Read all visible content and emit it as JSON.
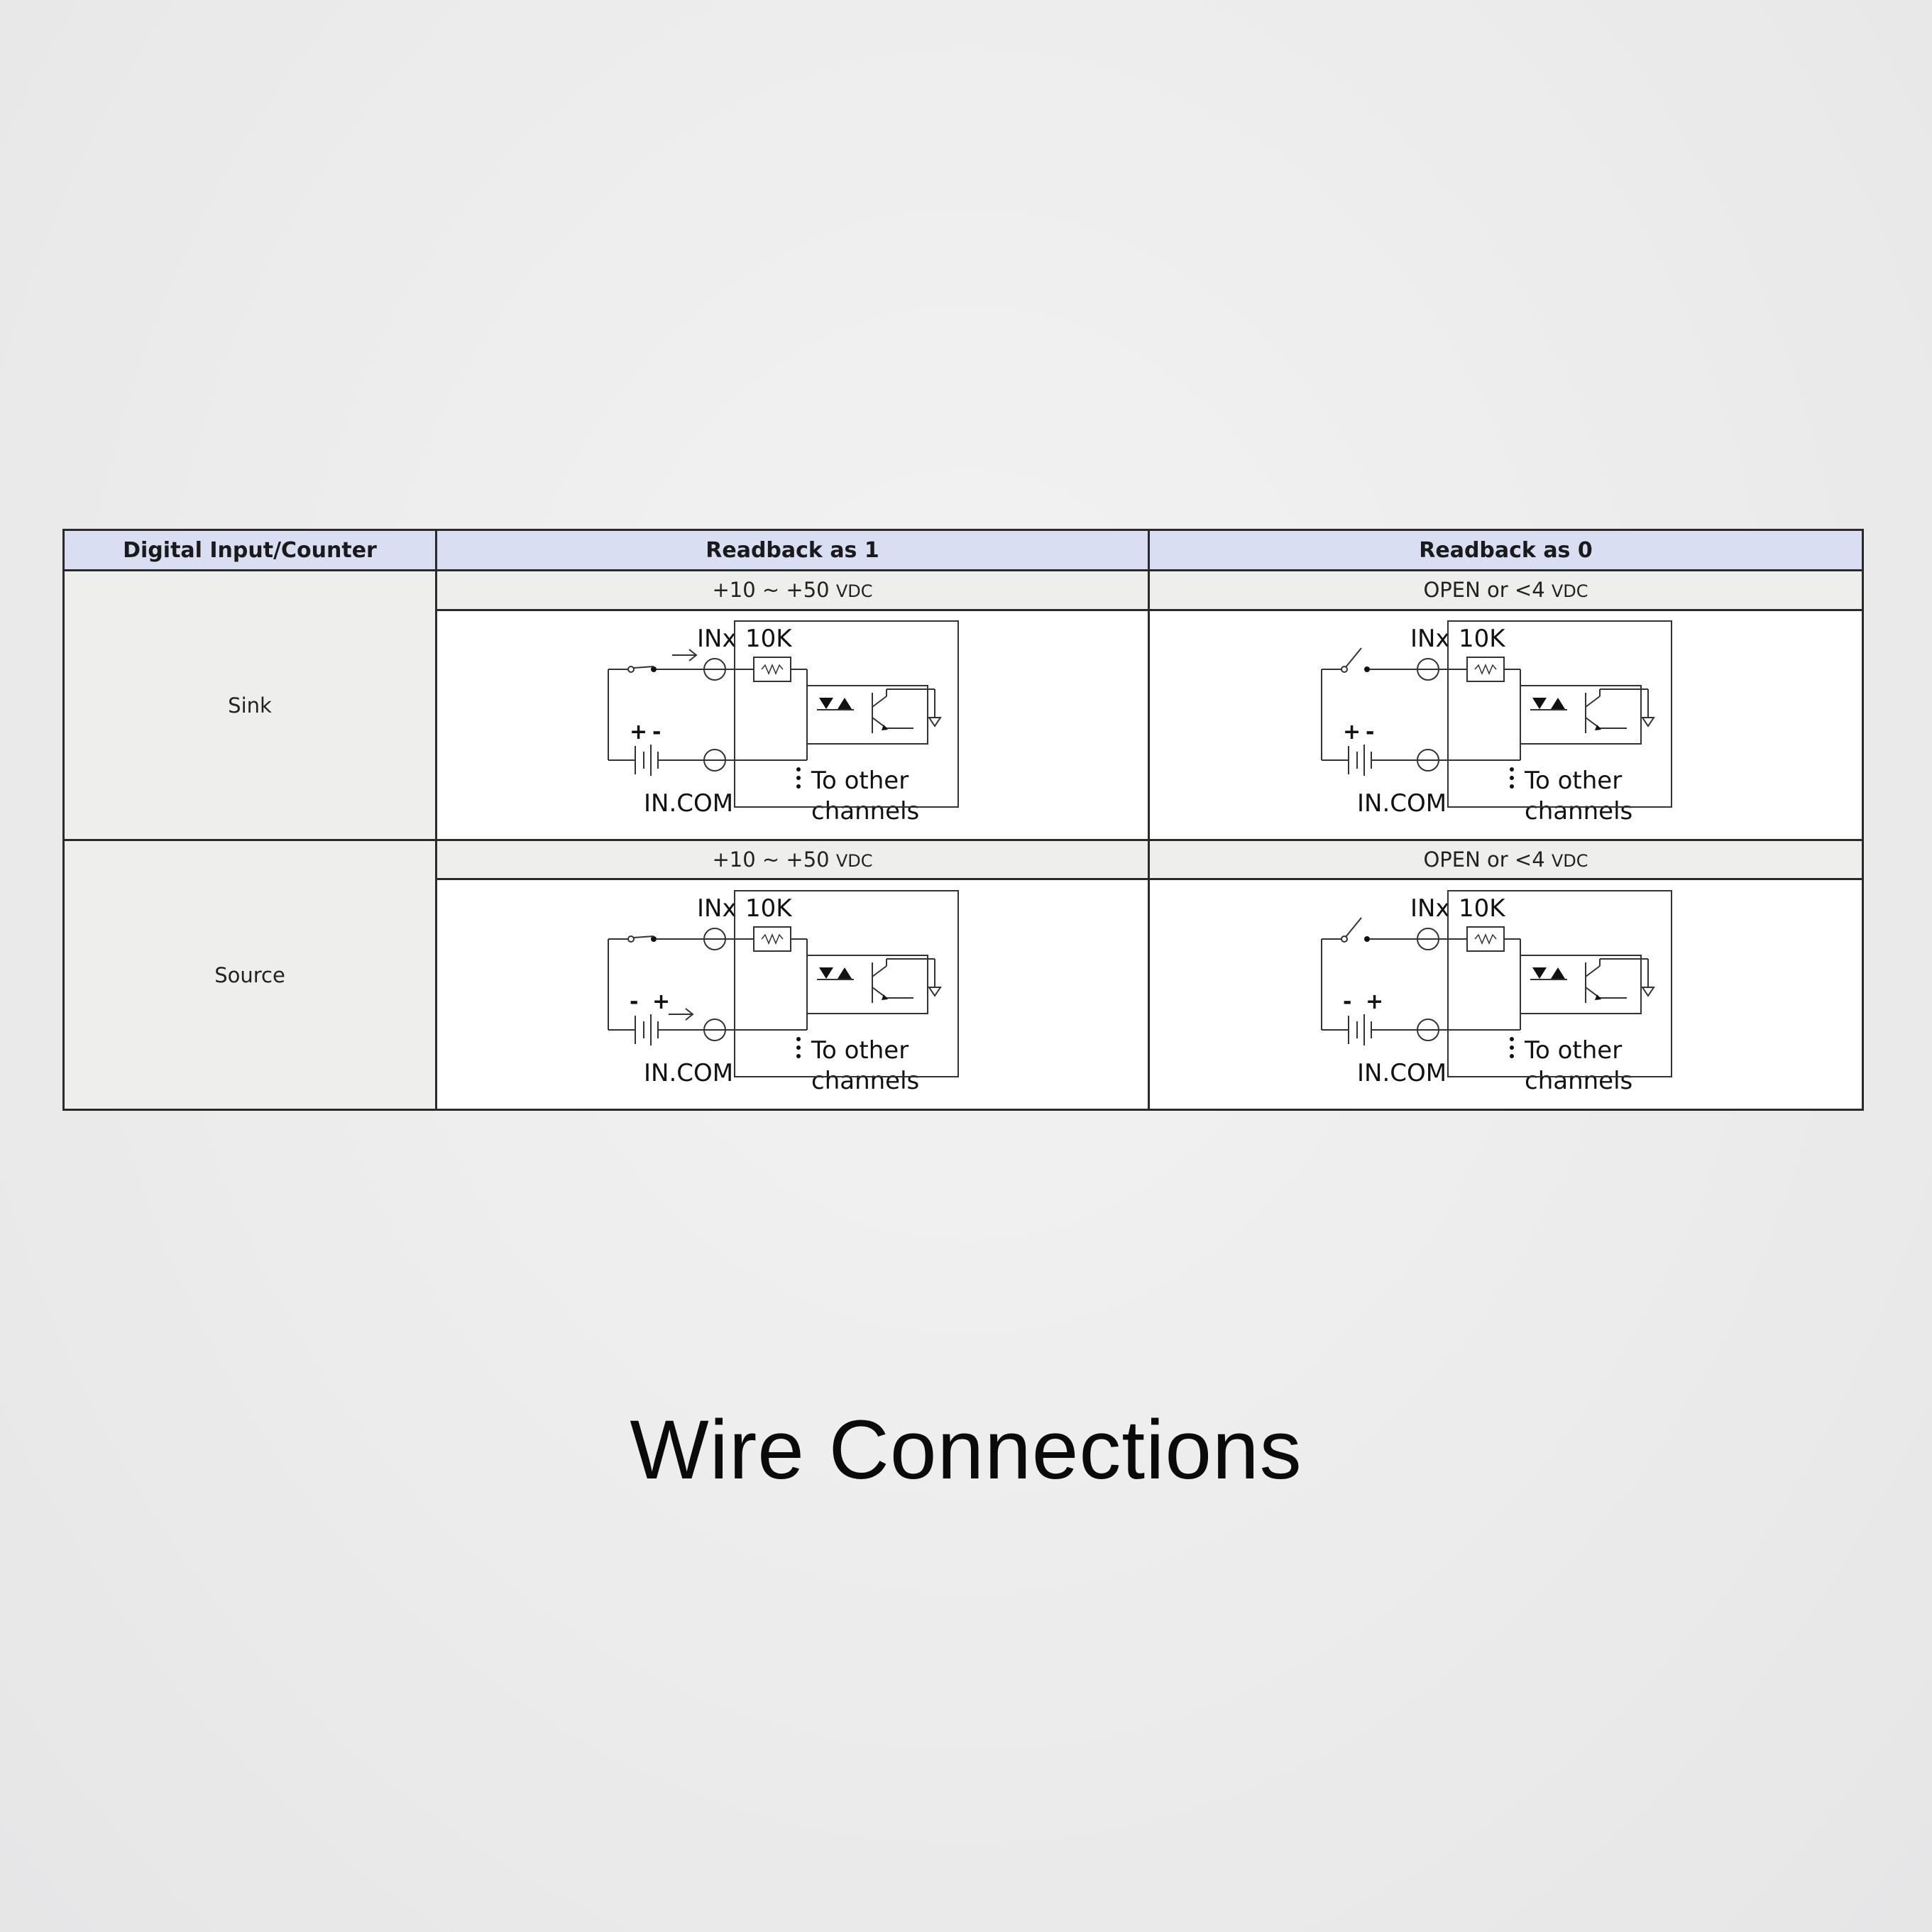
{
  "table": {
    "headers": [
      "Digital Input/Counter",
      "Readback as 1",
      "Readback as 0"
    ],
    "rows": [
      {
        "mode": "Sink",
        "readback_1": {
          "voltage": "+10 ~ +50 ",
          "unit": "VDC"
        },
        "readback_0": {
          "voltage": "OPEN or <4 ",
          "unit": "VDC"
        }
      },
      {
        "mode": "Source",
        "readback_1": {
          "voltage": "+10 ~ +50 ",
          "unit": "VDC"
        },
        "readback_0": {
          "voltage": "OPEN or <4 ",
          "unit": "VDC"
        }
      }
    ]
  },
  "diagram_labels": {
    "input": "INx",
    "resistor": "10K",
    "common": "IN.COM",
    "other_line1": "To other",
    "other_line2": "channels",
    "plus": "+",
    "minus": "-"
  },
  "caption": "Wire Connections"
}
